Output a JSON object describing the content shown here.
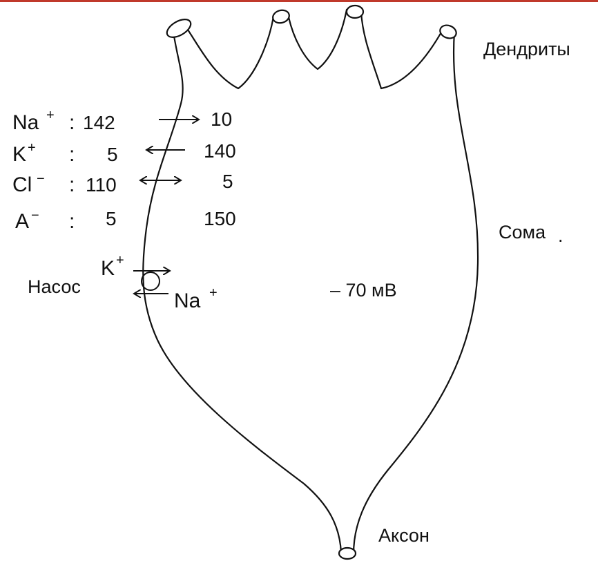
{
  "labels": {
    "dendrites": "Дендриты",
    "soma": "Сома",
    "soma_dot": ".",
    "axon": "Аксон",
    "pump": "Насос",
    "potential": "– 70 мВ"
  },
  "ions": [
    {
      "symbol": "Na",
      "charge": "+",
      "outside": "142",
      "inside": "10"
    },
    {
      "symbol": "K",
      "charge": "+",
      "outside": "5",
      "inside": "140"
    },
    {
      "symbol": "Cl",
      "charge": "−",
      "outside": "110",
      "inside": "5"
    },
    {
      "symbol": "A",
      "charge": "−",
      "outside": "5",
      "inside": "150"
    }
  ],
  "pump_ions": {
    "k": {
      "symbol": "K",
      "charge": "+"
    },
    "na": {
      "symbol": "Na",
      "charge": "+"
    }
  },
  "colors": {
    "frame_top": "#c0392b",
    "ink": "#111111"
  }
}
